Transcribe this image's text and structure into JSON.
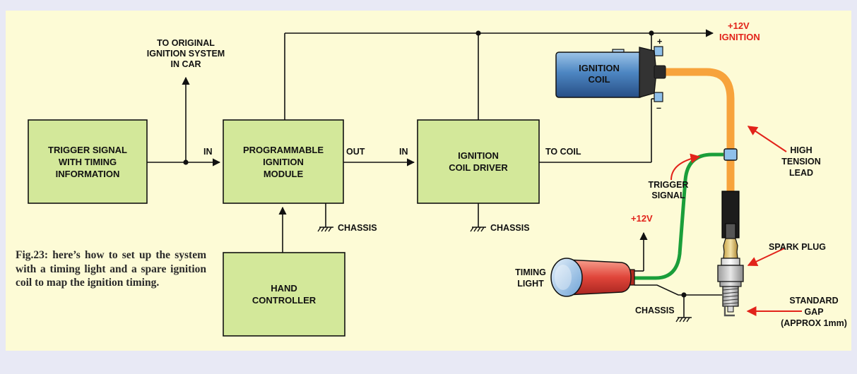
{
  "colors": {
    "page_background": "#e8e9f5",
    "panel_background": "#fdfbd6",
    "box_fill": "#d3e89a",
    "wire": "#111111",
    "ht_lead": "#f7a33c",
    "trigger_lead": "#1a9e3a",
    "voltage_label": "#e2231a",
    "coil_body": "#3a6fa8",
    "timing_light_body": "#e0453a"
  },
  "blocks": {
    "trigger": [
      "TRIGGER SIGNAL",
      "WITH TIMING",
      "INFORMATION"
    ],
    "module": [
      "PROGRAMMABLE",
      "IGNITION",
      "MODULE"
    ],
    "driver": [
      "IGNITION",
      "COIL DRIVER"
    ],
    "controller": [
      "HAND",
      "CONTROLLER"
    ]
  },
  "labels": {
    "original_system": [
      "TO ORIGINAL",
      "IGNITION SYSTEM",
      "IN CAR"
    ],
    "module_in": "IN",
    "module_out": "OUT",
    "driver_in": "IN",
    "to_coil": "TO COIL",
    "chassis_module": "CHASSIS",
    "chassis_driver": "CHASSIS",
    "chassis_plug": "CHASSIS",
    "plus12v_ignition": [
      "+12V",
      "IGNITION"
    ],
    "plus12v": "+12V",
    "coil": [
      "IGNITION",
      "COIL"
    ],
    "coil_plus": "+",
    "coil_minus": "–",
    "trigger_signal": [
      "TRIGGER",
      "SIGNAL"
    ],
    "ht_lead": [
      "HIGH",
      "TENSION",
      "LEAD"
    ],
    "spark_plug": "SPARK PLUG",
    "timing_light": [
      "TIMING",
      "LIGHT"
    ],
    "gap": [
      "STANDARD",
      "GAP",
      "(APPROX 1mm)"
    ]
  },
  "caption": "Fig.23: here’s how to set up the system with a timing light and a spare ignition coil to map the ignition timing."
}
